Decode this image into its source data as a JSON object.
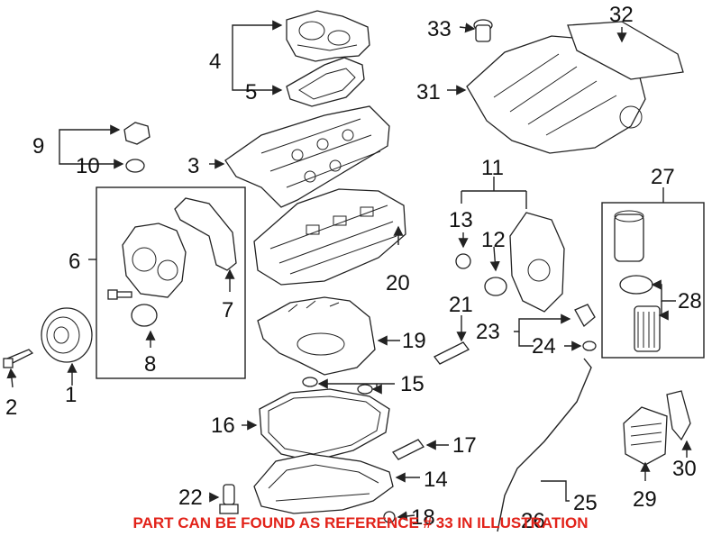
{
  "callouts": {
    "c1": "1",
    "c2": "2",
    "c3": "3",
    "c4": "4",
    "c5": "5",
    "c6": "6",
    "c7": "7",
    "c8": "8",
    "c9": "9",
    "c10": "10",
    "c11": "11",
    "c12": "12",
    "c13": "13",
    "c14": "14",
    "c15": "15",
    "c16": "16",
    "c17": "17",
    "c18": "18",
    "c19": "19",
    "c20": "20",
    "c21": "21",
    "c22": "22",
    "c23": "23",
    "c24": "24",
    "c25": "25",
    "c26": "26",
    "c27": "27",
    "c28": "28",
    "c29": "29",
    "c30": "30",
    "c31": "31",
    "c32": "32",
    "c33": "33"
  },
  "notice": "PART CAN BE FOUND AS REFERENCE # 33 IN ILLUSTRATION"
}
